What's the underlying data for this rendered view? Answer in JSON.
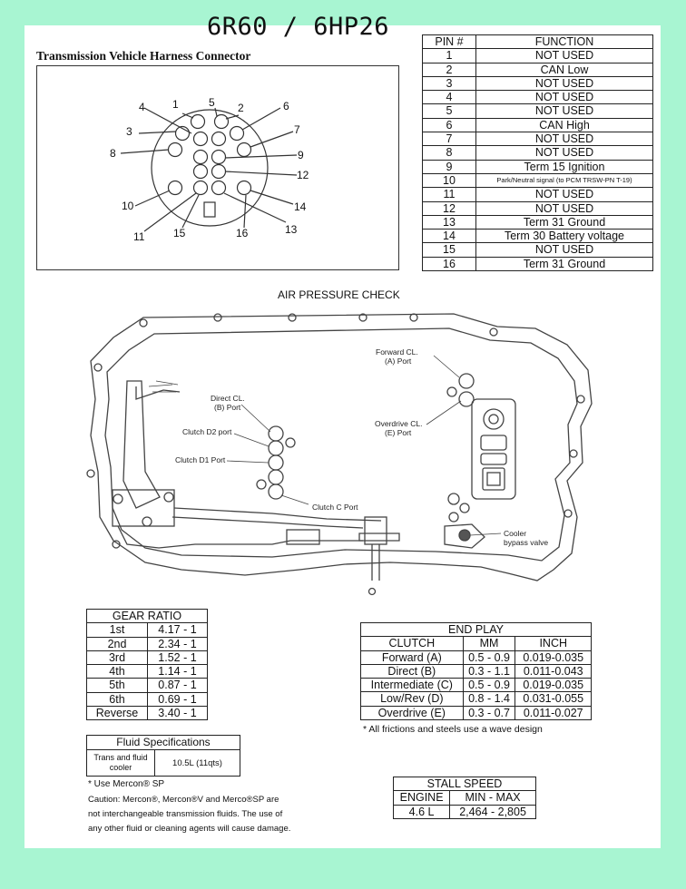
{
  "title": "6R60 / 6HP26",
  "connector": {
    "title": "Transmission Vehicle Harness Connector",
    "pin_labels": [
      "1",
      "2",
      "3",
      "4",
      "5",
      "6",
      "7",
      "8",
      "9",
      "10",
      "11",
      "12",
      "13",
      "14",
      "15",
      "16"
    ]
  },
  "pin_table": {
    "headers": [
      "PIN #",
      "FUNCTION"
    ],
    "rows": [
      [
        "1",
        "NOT USED"
      ],
      [
        "2",
        "CAN Low"
      ],
      [
        "3",
        "NOT USED"
      ],
      [
        "4",
        "NOT USED"
      ],
      [
        "5",
        "NOT USED"
      ],
      [
        "6",
        "CAN High"
      ],
      [
        "7",
        "NOT USED"
      ],
      [
        "8",
        "NOT USED"
      ],
      [
        "9",
        "Term 15 Ignition"
      ],
      [
        "10",
        "Park/Neutral signal (to PCM TRSW-PN T-19)"
      ],
      [
        "11",
        "NOT USED"
      ],
      [
        "12",
        "NOT USED"
      ],
      [
        "13",
        "Term 31 Ground"
      ],
      [
        "14",
        "Term 30 Battery voltage"
      ],
      [
        "15",
        "NOT USED"
      ],
      [
        "16",
        "Term 31 Ground"
      ]
    ]
  },
  "air_pressure": {
    "title": "AIR PRESSURE CHECK",
    "labels": {
      "forward": "Forward CL.",
      "forward2": "(A) Port",
      "direct": "Direct CL.",
      "direct2": "(B) Port",
      "d2": "Clutch D2 port",
      "d1": "Clutch D1 Port",
      "overdrive": "Overdrive CL.",
      "overdrive2": "(E) Port",
      "clutch_c": "Clutch C Port",
      "cooler": "Cooler",
      "cooler2": "bypass valve"
    }
  },
  "gear_ratio": {
    "title": "GEAR RATIO",
    "rows": [
      [
        "1st",
        "4.17 - 1"
      ],
      [
        "2nd",
        "2.34 - 1"
      ],
      [
        "3rd",
        "1.52 - 1"
      ],
      [
        "4th",
        "1.14 - 1"
      ],
      [
        "5th",
        "0.87 - 1"
      ],
      [
        "6th",
        "0.69 - 1"
      ],
      [
        "Reverse",
        "3.40 - 1"
      ]
    ]
  },
  "end_play": {
    "title": "END PLAY",
    "headers": [
      "CLUTCH",
      "MM",
      "INCH"
    ],
    "rows": [
      [
        "Forward (A)",
        "0.5 - 0.9",
        "0.019-0.035"
      ],
      [
        "Direct (B)",
        "0.3 - 1.1",
        "0.011-0.043"
      ],
      [
        "Intermediate (C)",
        "0.5 - 0.9",
        "0.019-0.035"
      ],
      [
        "Low/Rev (D)",
        "0.8 - 1.4",
        "0.031-0.055"
      ],
      [
        "Overdrive (E)",
        "0.3 - 0.7",
        "0.011-0.027"
      ]
    ],
    "note": "* All frictions and steels use a wave design"
  },
  "fluid": {
    "title": "Fluid Specifications",
    "label": "Trans and fluid cooler",
    "value": "10.5L (11qts)",
    "note": "* Use Mercon® SP",
    "caution": [
      "Caution: Mercon®, Mercon®V and Merco®SP are",
      "not interchangeable transmission fluids. The use of",
      "any other fluid or cleaning agents will cause damage."
    ]
  },
  "stall_speed": {
    "title": "STALL SPEED",
    "headers": [
      "ENGINE",
      "MIN - MAX"
    ],
    "row": [
      "4.6 L",
      "2,464 - 2,805"
    ]
  }
}
